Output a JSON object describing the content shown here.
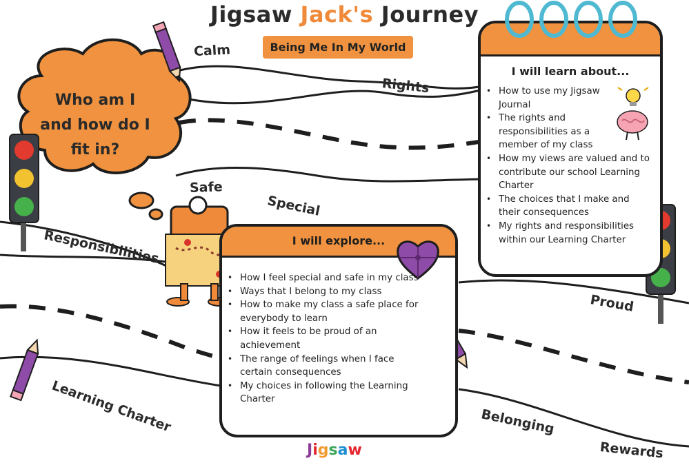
{
  "title": {
    "part1": "Jigsaw ",
    "accent": "Jack's",
    "part2": " Journey"
  },
  "subtitle": "Being Me In My World",
  "thought_cloud": {
    "lines": [
      "Who am I",
      "and how do I",
      "fit in?"
    ]
  },
  "road_words": {
    "calm": "Calm",
    "rights": "Rights",
    "safe": "Safe",
    "special": "Special",
    "responsibilities": "Responsibilities",
    "proud": "Proud",
    "learning_charter": "Learning Charter",
    "belonging": "Belonging",
    "rewards": "Rewards"
  },
  "learn_card": {
    "heading": "I will learn about...",
    "items": [
      "How to use my Jigsaw Journal",
      "The rights and responsibilities as a member of my class",
      "How my views are valued and to contribute our school Learning Charter",
      "The choices that I make and their consequences",
      "My rights and responsibilities within our Learning Charter"
    ]
  },
  "explore_card": {
    "heading": "I will explore...",
    "items": [
      "How I feel special and safe in my class",
      "Ways that I belong to my class",
      "How to make my class a safe place for everybody to learn",
      "How it feels to be proud of an achievement",
      "The range of feelings when I face certain consequences",
      "My choices in following the Learning Charter"
    ]
  },
  "logo": {
    "letters": [
      "J",
      "i",
      "g",
      "s",
      "a",
      "w"
    ],
    "colors": [
      "#8c3b96",
      "#e3262f",
      "#f29a2e",
      "#3aa657",
      "#1d8fd1",
      "#e3262f"
    ]
  },
  "colors": {
    "orange": "#f0923f",
    "ink": "#1e1e1e",
    "calendar_ring": "#4fb9d1",
    "pencil": "#8e4ba7"
  },
  "icons": [
    "pencil-icon",
    "traffic-light-icon",
    "calendar-ring-icon",
    "lightbulb-icon",
    "brain-icon",
    "puzzle-heart-icon",
    "jigsaw-jack-character"
  ]
}
